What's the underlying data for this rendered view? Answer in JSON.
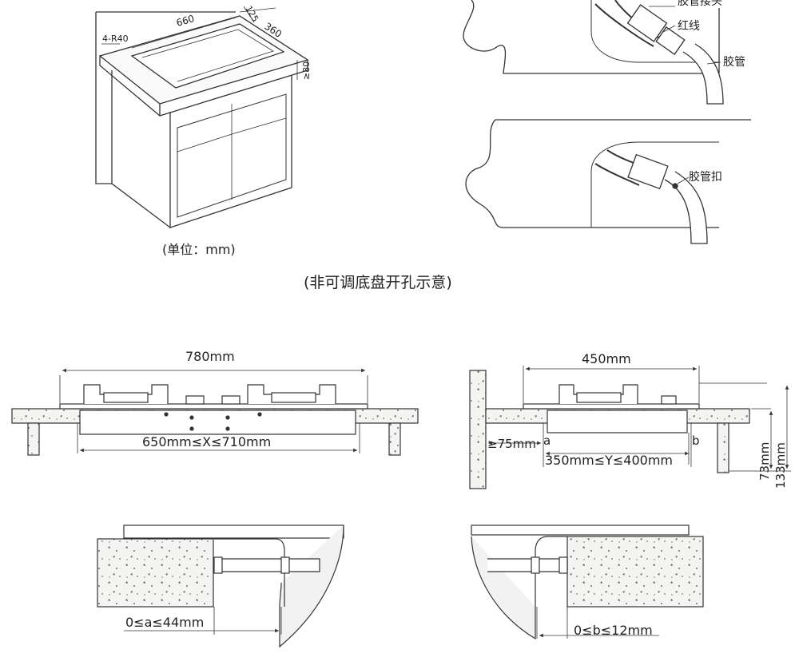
{
  "top_left": {
    "dims": {
      "width": "660",
      "depth": "360",
      "corner": "4-R40",
      "gap": "≥80",
      "small": "125"
    },
    "unit_caption": "(单位：mm)"
  },
  "top_right": {
    "labels": {
      "connector": "胶管接头",
      "red_line": "红线",
      "hose": "胶管",
      "hose_clamp": "胶管扣"
    }
  },
  "section_caption": "(非可调底盘开孔示意)",
  "middle_left": {
    "overall": "780mm",
    "cutout": "650mm≤X≤710mm"
  },
  "middle_right": {
    "overall": "450mm",
    "wall_gap": "≥75mm",
    "a": "a",
    "b": "b",
    "cutout": "350mm≤Y≤400mm",
    "h1": "73mm",
    "h2": "133mm"
  },
  "bottom_left": {
    "range": "0≤a≤44mm"
  },
  "bottom_right": {
    "range": "0≤b≤12mm"
  }
}
